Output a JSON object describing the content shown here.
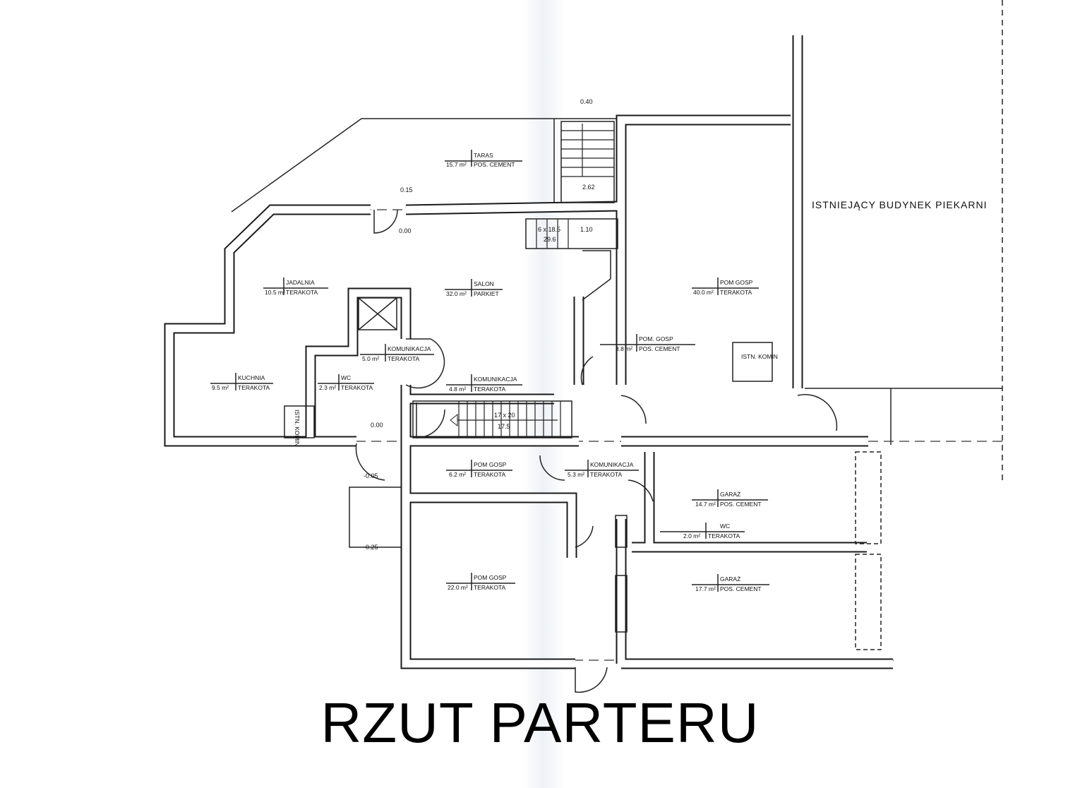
{
  "title": "RZUT PARTERU",
  "existing_building": "ISTNIEJĄCY BUDYNEK PIEKARNI",
  "rooms": [
    {
      "name": "TARAS",
      "area": "15.7 m²",
      "finish": "POS. CEMENT"
    },
    {
      "name": "JADALNIA",
      "area": "10.5 m²",
      "finish": "TERAKOTA"
    },
    {
      "name": "SALON",
      "area": "32.0 m²",
      "finish": "PARKIET"
    },
    {
      "name": "POM GOSP",
      "area": "40.0 m²",
      "finish": "TERAKOTA"
    },
    {
      "name": "POM. GOSP",
      "area": "3.8 m²",
      "finish": "POS. CEMENT"
    },
    {
      "name": "KUCHNIA",
      "area": "9.5 m²",
      "finish": "TERAKOTA"
    },
    {
      "name": "KOMUNIKACJA",
      "area": "5.0 m²",
      "finish": "TERAKOTA"
    },
    {
      "name": "WC",
      "area": "2.3 m²",
      "finish": "TERAKOTA"
    },
    {
      "name": "KOMUNIKACJA",
      "area": "4.8 m²",
      "finish": "TERAKOTA"
    },
    {
      "name": "POM GOSP",
      "area": "6.2 m²",
      "finish": "TERAKOTA"
    },
    {
      "name": "KOMUNIKACJA",
      "area": "5.3 m²",
      "finish": "TERAKOTA"
    },
    {
      "name": "GARAŻ",
      "area": "14.7 m²",
      "finish": "POS. CEMENT"
    },
    {
      "name": "WC",
      "area": "2.0 m²",
      "finish": "TERAKOTA"
    },
    {
      "name": "POM GOSP",
      "area": "22.0 m²",
      "finish": "TERAKOTA"
    },
    {
      "name": "GARAŻ",
      "area": "17.7 m²",
      "finish": "POS. CEMENT"
    }
  ],
  "chimneys": [
    "ISTN. KOMIN",
    "ISTN. KOMIN"
  ],
  "levels": [
    "0.40",
    "0.15",
    "2.62",
    "0.00",
    "1.10",
    "0.00",
    "-0.05",
    "-0.25"
  ],
  "stairs": [
    {
      "steps": "17 x 20",
      "run": "17.5"
    },
    {
      "steps": "6 x 18.5",
      "run": "29.6"
    }
  ]
}
